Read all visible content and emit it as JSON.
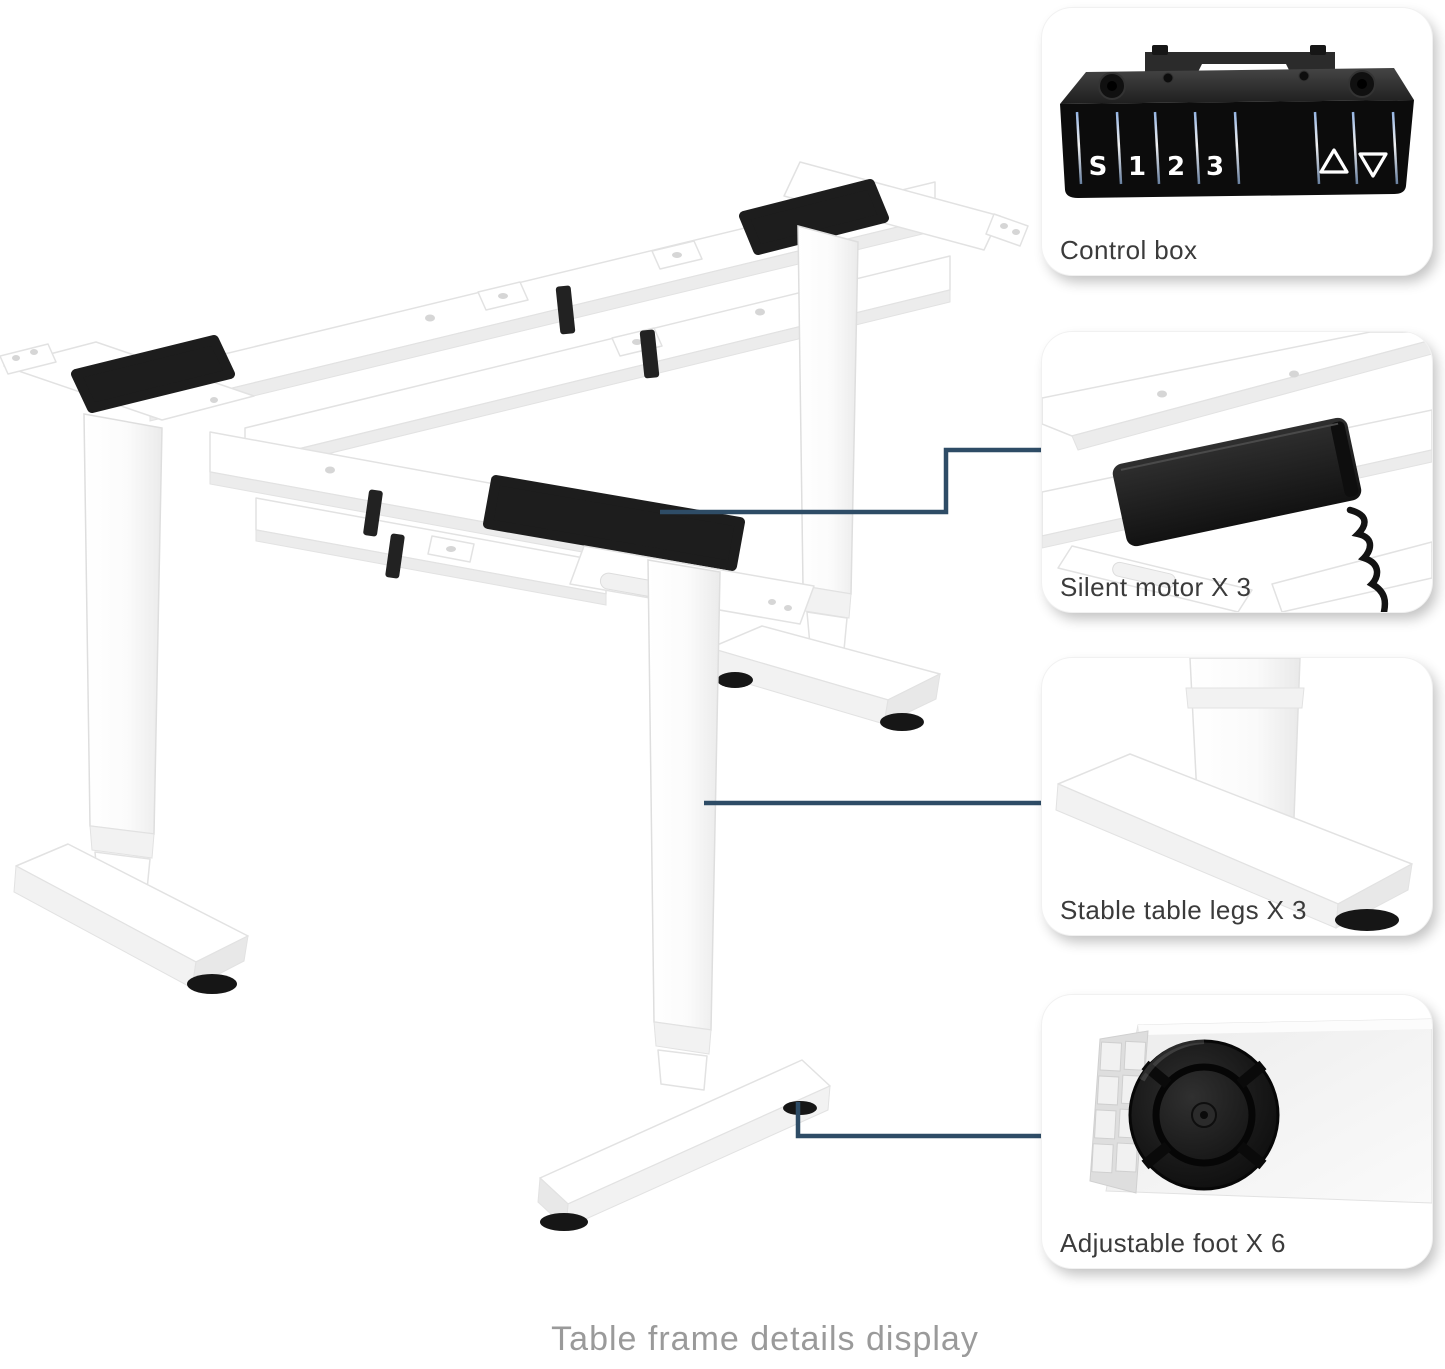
{
  "page": {
    "caption": "Table frame details display",
    "background": "#ffffff"
  },
  "theme": {
    "accent": "#2e4c66",
    "label-color": "#3b3b3b",
    "caption-color": "#9a9a9a",
    "metal-black": "#1d1d1d",
    "frame-stroke": "#e2e2e2"
  },
  "callouts": [
    {
      "id": "control-box",
      "label": "Control box",
      "panel": {
        "memory_buttons": [
          "S",
          "1",
          "2",
          "3"
        ],
        "up_icon": "triangle-up",
        "down_icon": "triangle-down"
      }
    },
    {
      "id": "silent-motor",
      "label": "Silent motor X 3"
    },
    {
      "id": "stable-legs",
      "label": "Stable table legs X 3"
    },
    {
      "id": "adjustable-foot",
      "label": "Adjustable foot X 6"
    }
  ]
}
